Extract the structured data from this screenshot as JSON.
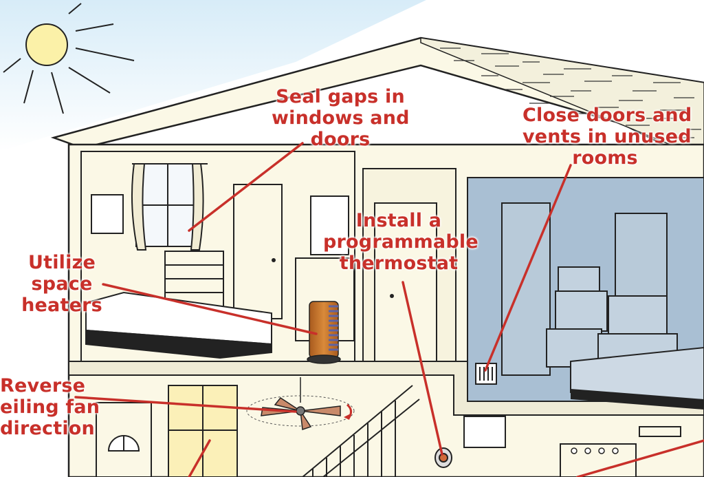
{
  "callouts": {
    "seal_gaps": [
      "Seal gaps in",
      "windows and",
      "doors"
    ],
    "close_doors": [
      "Close doors and",
      "vents in unused",
      "rooms"
    ],
    "thermostat": [
      "Install a",
      "programmable",
      "thermostat"
    ],
    "space_heaters": [
      "Utilize",
      "space",
      "heaters"
    ],
    "ceiling_fan": [
      "Reverse",
      "eiling fan",
      "direction"
    ]
  },
  "colors": {
    "label_red": "#c8302a",
    "wall_cream": "#fbf8e6",
    "sky_blue": "#cfe8f6",
    "room_blue": "#a9bfd3",
    "heater_orange": "#c9772f",
    "heater_coils": "#6a6ea8"
  },
  "icons": [
    "sun-icon",
    "window-icon",
    "door-icon",
    "bed-icon",
    "space-heater-icon",
    "ceiling-fan-icon",
    "thermostat-icon",
    "boxes-icon",
    "stairs-icon",
    "vent-icon"
  ]
}
